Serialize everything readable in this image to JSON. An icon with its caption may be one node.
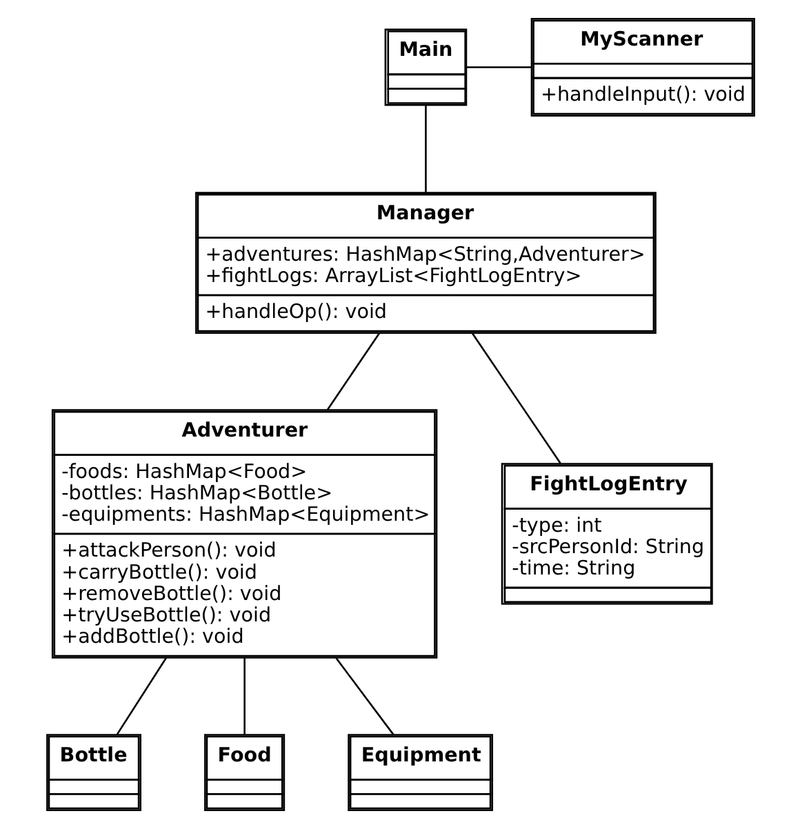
{
  "diagram": {
    "nodes": [
      {
        "text": [
          "MyScanner",
          "+handleInput(): void"
        ]
      },
      {
        "text": [
          "Main"
        ]
      },
      {
        "text": [
          "Manager",
          "+adventures: HashMap<String,Adventurer>",
          "+fightLogs: ArrayList<FightLogEntry>",
          "+handleOp(): void"
        ]
      },
      {
        "text": [
          "Adventurer",
          "-foods: HashMap<Food>",
          "-bottles: HashMap<Bottle>",
          "-equipments: HashMap<Equipment>",
          "+attackPerson(): void",
          "+carryBottle(): void",
          "+removeBottle(): void",
          "+tryUseBottle(): void",
          "+addBottle(): void"
        ]
      },
      {
        "text": [
          "FightLogEntry",
          "-type: int",
          "-srcPersonId: String",
          "-time: String"
        ]
      },
      {
        "text": [
          "Bottle"
        ]
      },
      {
        "text": [
          "Food"
        ]
      },
      {
        "text": [
          "Equipment"
        ]
      }
    ],
    "edges": [
      {
        "from": 1,
        "to": 0,
        "arrow": "none"
      },
      {
        "from": 1,
        "to": 2,
        "arrow": "none"
      },
      {
        "from": 2,
        "to": 3,
        "arrow": "none"
      },
      {
        "from": 2,
        "to": 4,
        "arrow": "none"
      },
      {
        "from": 3,
        "to": 5,
        "arrow": "none"
      },
      {
        "from": 3,
        "to": 6,
        "arrow": "none"
      },
      {
        "from": 3,
        "to": 7,
        "arrow": "none"
      }
    ]
  }
}
